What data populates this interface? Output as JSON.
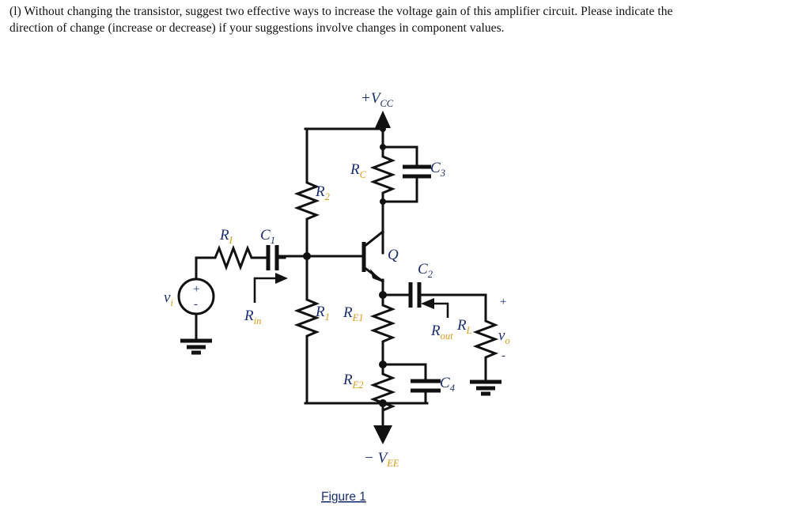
{
  "question": {
    "text": "(l) Without changing the transistor, suggest two effective ways to increase the voltage gain of this amplifier circuit. Please indicate the direction of change (increase or decrease) if your suggestions involve changes in component values."
  },
  "figure": {
    "caption": "Figure 1",
    "colors": {
      "wire": "#111111",
      "label_main": "#1a2f6e",
      "label_subscript": "#d99a17",
      "background": "#ffffff"
    },
    "labels": {
      "vcc": {
        "base": "+V",
        "sub": "CC"
      },
      "vee": {
        "base": "− V",
        "sub": "EE"
      },
      "rc": {
        "base": "R",
        "sub": "C"
      },
      "c3": {
        "base": "C",
        "sub": "3"
      },
      "r2": {
        "base": "R",
        "sub": "2"
      },
      "r1": {
        "base": "R",
        "sub": "1"
      },
      "ri": {
        "base": "R",
        "sub": "I"
      },
      "c1": {
        "base": "C",
        "sub": "1"
      },
      "rin": {
        "base": "R",
        "sub": "in"
      },
      "vi": {
        "base": "v",
        "sub": "i"
      },
      "q": {
        "base": "Q",
        "sub": ""
      },
      "re1": {
        "base": "R",
        "sub": "E1"
      },
      "re2": {
        "base": "R",
        "sub": "E2"
      },
      "c4": {
        "base": "C",
        "sub": "4"
      },
      "c2": {
        "base": "C",
        "sub": "2"
      },
      "rout": {
        "base": "R",
        "sub": "out"
      },
      "rl": {
        "base": "R",
        "sub": "L"
      },
      "vo": {
        "base": "v",
        "sub": "o"
      },
      "source_plus": "+",
      "source_minus": "-",
      "out_plus": "+",
      "out_minus": "-"
    }
  }
}
